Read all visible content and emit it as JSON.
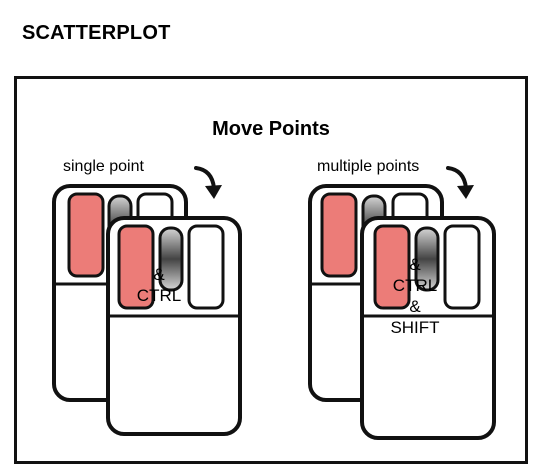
{
  "header": {
    "title": "SCATTERPLOT"
  },
  "panel": {
    "title": "Move Points",
    "left": {
      "caption": "single point",
      "modifiers": [
        "&",
        "CTRL"
      ]
    },
    "right": {
      "caption": "multiple points",
      "modifiers": [
        "&",
        "CTRL",
        "&",
        "SHIFT"
      ]
    }
  },
  "colors": {
    "left_button": "#ec7c78",
    "wheel_dark": "#555555",
    "outline": "#111111"
  },
  "icons": [
    "mouse-icon",
    "curved-arrow-icon"
  ]
}
